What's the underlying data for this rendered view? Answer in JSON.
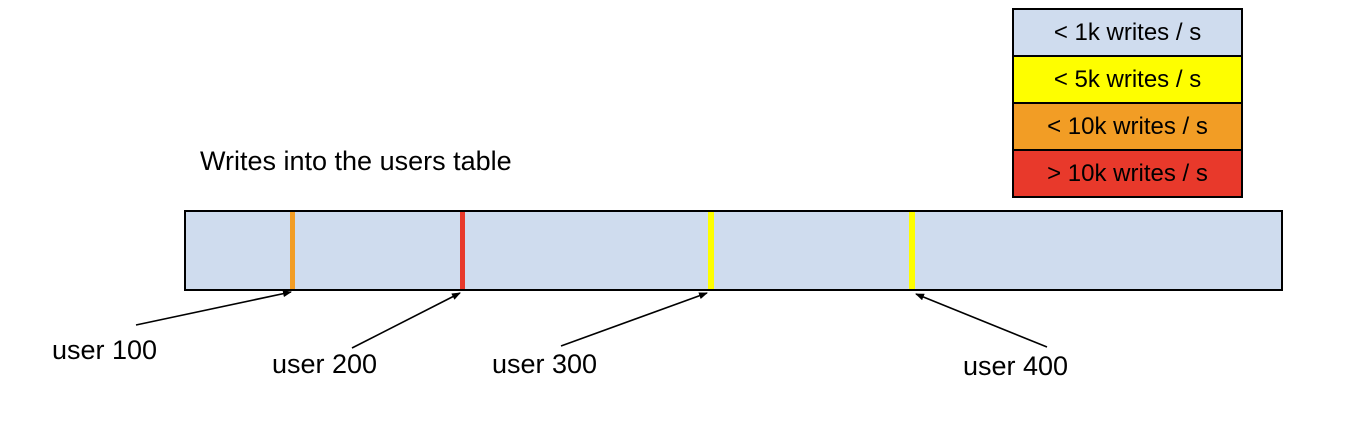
{
  "title": "Writes into the users table",
  "legend": {
    "items": [
      {
        "label": "< 1k writes / s",
        "color": "#CFDCEE"
      },
      {
        "label": "< 5k writes / s",
        "color": "#FEFE00"
      },
      {
        "label": "< 10k writes / s",
        "color": "#F29D25"
      },
      {
        "label": "> 10k writes / s",
        "color": "#E8392B"
      }
    ]
  },
  "bar": {
    "fill_color": "#CFDCEE",
    "base_rate_category": "< 1k writes / s",
    "markers": [
      {
        "user": "user 100",
        "rate_category": "< 10k writes / s",
        "color": "#F29D25"
      },
      {
        "user": "user 200",
        "rate_category": "> 10k writes / s",
        "color": "#E8392B"
      },
      {
        "user": "user 300",
        "rate_category": "< 5k writes / s",
        "color": "#FEFE00"
      },
      {
        "user": "user 400",
        "rate_category": "< 5k writes / s",
        "color": "#FEFE00"
      }
    ]
  }
}
